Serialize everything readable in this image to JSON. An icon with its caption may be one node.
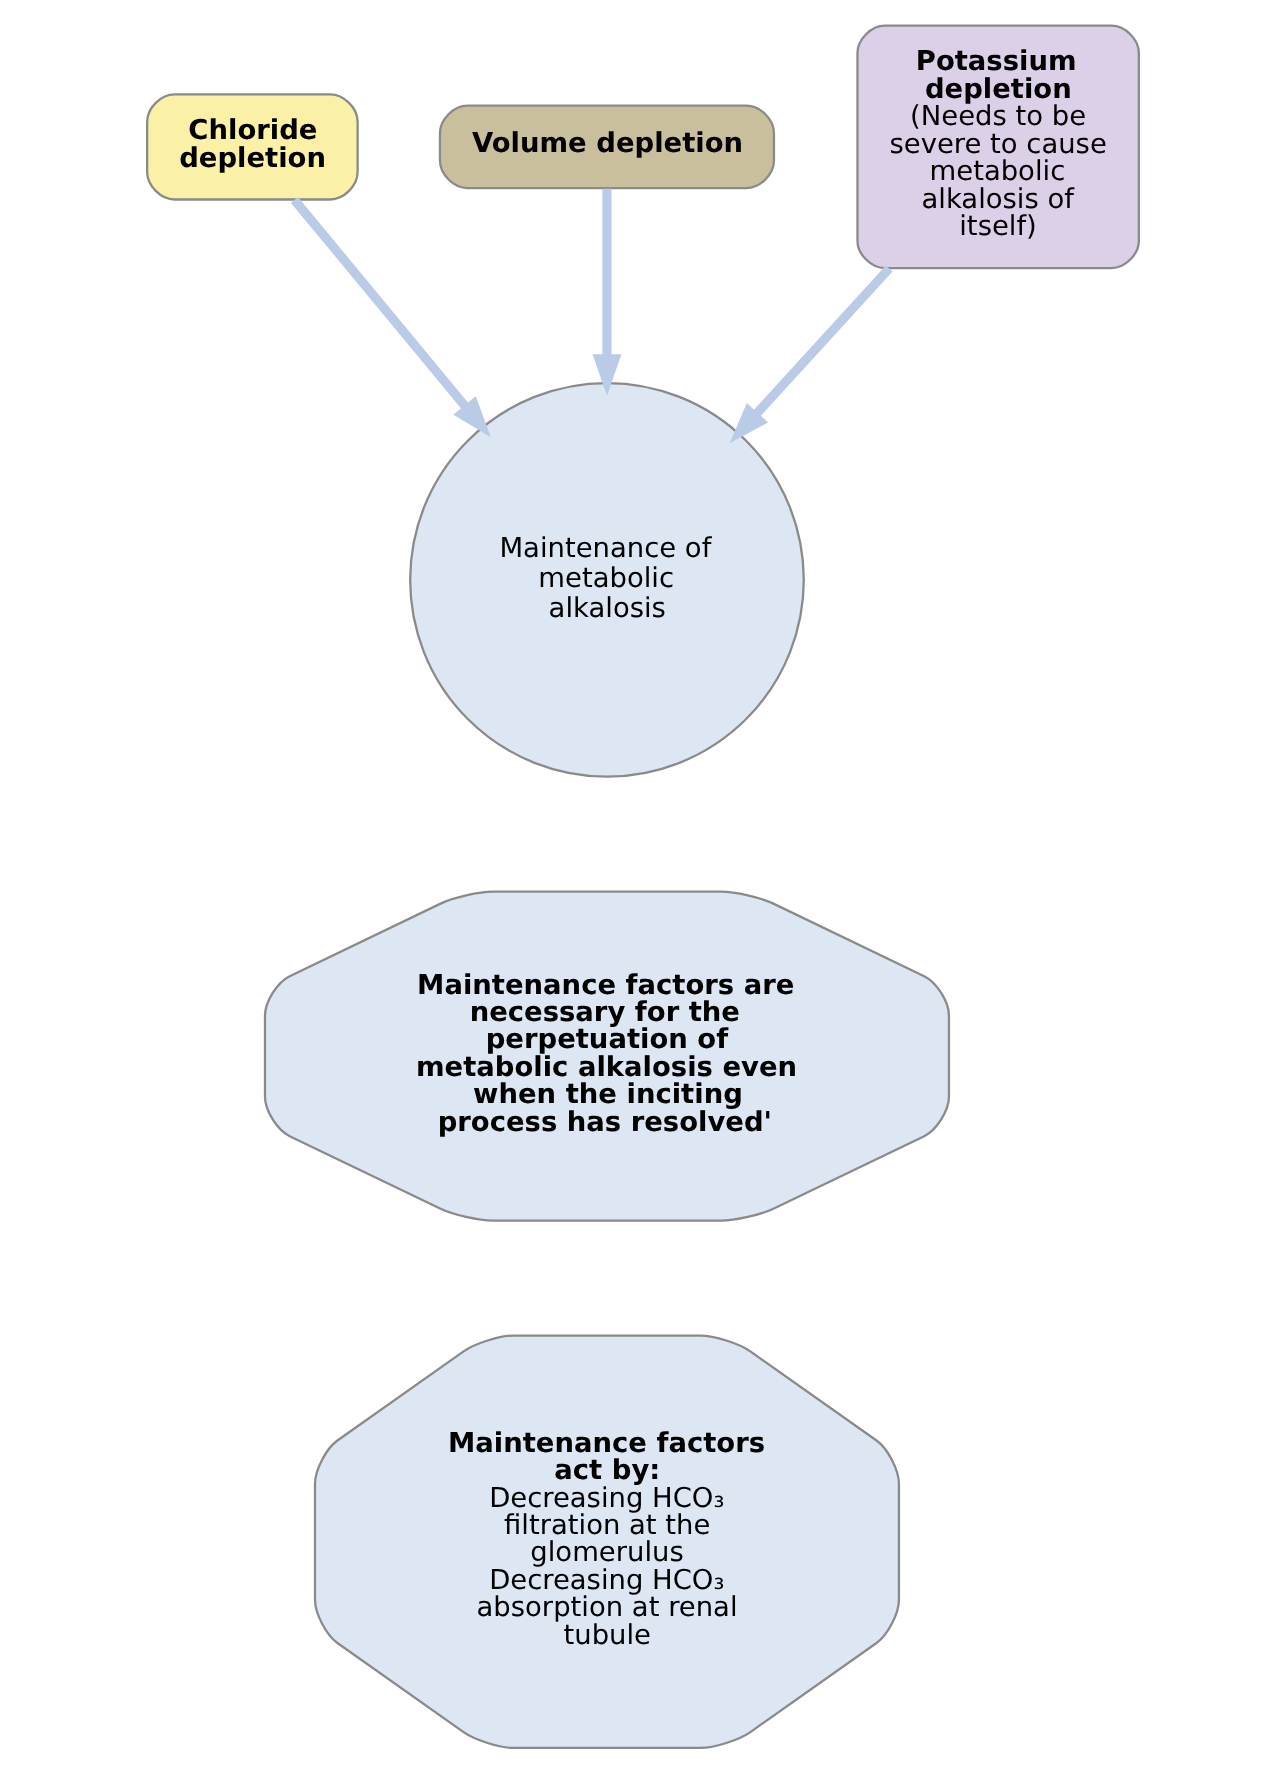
{
  "diagram": {
    "nodes": [
      {
        "text": [
          "Chloride depletion"
        ]
      },
      {
        "text": [
          "Volume depletion"
        ]
      },
      {
        "text": [
          "Potassium depletion",
          "(Needs to be severe to cause metabolic alkalosis of itself)"
        ]
      },
      {
        "text": [
          "Maintenance of metabolic alkalosis"
        ]
      },
      {
        "text": [
          "Maintenance factors are necessary for the perpetuation of metabolic alkalosis even when the inciting process has resolved'"
        ]
      },
      {
        "text": [
          "Maintenance factors act by:",
          "Decreasing HCO₃ filtration at the glomerulus",
          "Decreasing HCO₃ absorption at renal tubule"
        ]
      }
    ],
    "edges": [
      {
        "from": 0,
        "to": 3,
        "arrow": "to"
      },
      {
        "from": 1,
        "to": 3,
        "arrow": "to"
      },
      {
        "from": 2,
        "to": 3,
        "arrow": "to"
      }
    ]
  }
}
